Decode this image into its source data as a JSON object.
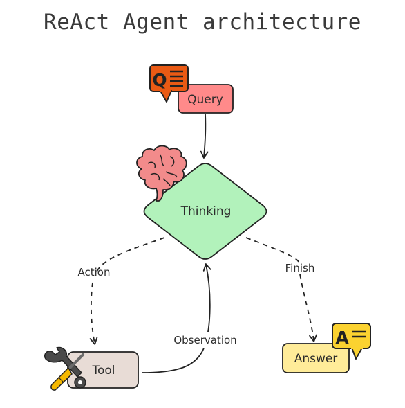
{
  "title": "ReAct Agent architecture",
  "nodes": {
    "query": "Query",
    "thinking": "Thinking",
    "tool": "Tool",
    "answer": "Answer"
  },
  "edges": {
    "action": "Action",
    "finish": "Finish",
    "observation": "Observation"
  },
  "icons": {
    "query_icon": "Q",
    "answer_icon": "A"
  },
  "colors": {
    "query_fill": "#ff8a8a",
    "query_icon_fill": "#ea5a14",
    "thinking_fill": "#b2f2bb",
    "tool_fill": "#e8dcd6",
    "answer_fill": "#ffec99",
    "answer_icon_fill": "#fbd230",
    "brain_fill": "#f28b8b"
  }
}
